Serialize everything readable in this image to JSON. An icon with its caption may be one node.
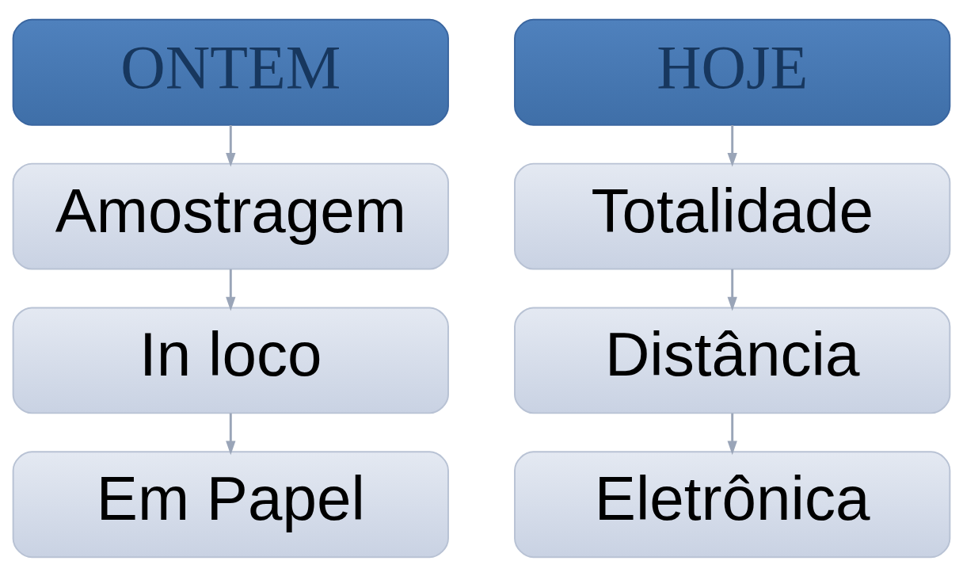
{
  "diagram": {
    "nodes": [
      {
        "text": [
          "ONTEM"
        ]
      },
      {
        "text": [
          "Amostragem"
        ]
      },
      {
        "text": [
          "In loco"
        ]
      },
      {
        "text": [
          "Em Papel"
        ]
      },
      {
        "text": [
          "HOJE"
        ]
      },
      {
        "text": [
          "Totalidade"
        ]
      },
      {
        "text": [
          "Distância"
        ]
      },
      {
        "text": [
          "Eletrônica"
        ]
      }
    ],
    "edges": [
      {
        "from": 0,
        "to": 1,
        "arrow": "to"
      },
      {
        "from": 1,
        "to": 2,
        "arrow": "to"
      },
      {
        "from": 2,
        "to": 3,
        "arrow": "to"
      },
      {
        "from": 4,
        "to": 5,
        "arrow": "to"
      },
      {
        "from": 5,
        "to": 6,
        "arrow": "to"
      },
      {
        "from": 6,
        "to": 7,
        "arrow": "to"
      }
    ]
  }
}
